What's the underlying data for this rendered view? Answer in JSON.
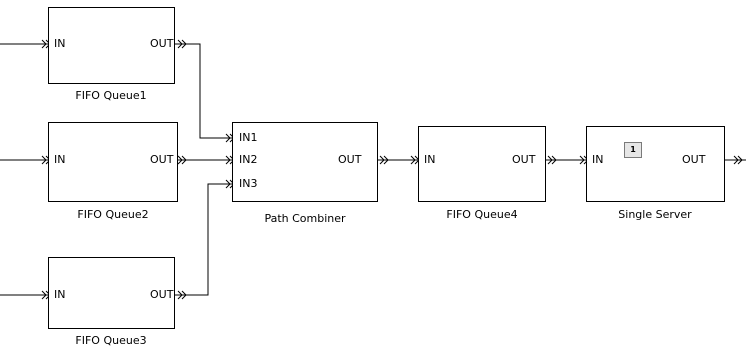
{
  "diagram": {
    "blocks": {
      "q1": {
        "name": "FIFO Queue1",
        "in": "IN",
        "out": "OUT"
      },
      "q2": {
        "name": "FIFO Queue2",
        "in": "IN",
        "out": "OUT"
      },
      "q3": {
        "name": "FIFO Queue3",
        "in": "IN",
        "out": "OUT"
      },
      "pc": {
        "name": "Path Combiner",
        "in1": "IN1",
        "in2": "IN2",
        "in3": "IN3",
        "out": "OUT"
      },
      "q4": {
        "name": "FIFO Queue4",
        "in": "IN",
        "out": "OUT"
      },
      "ss": {
        "name": "Single Server",
        "in": "IN",
        "out": "OUT",
        "badge": "1"
      }
    }
  },
  "colors": {
    "line": "#000000",
    "icon_gray": "#7a7a7a",
    "icon_fill": "#d4d4d4"
  },
  "icons": [
    "fifo-queue-icon",
    "path-combiner-icon",
    "single-server-icon",
    "entity-port-arrow-icon"
  ]
}
